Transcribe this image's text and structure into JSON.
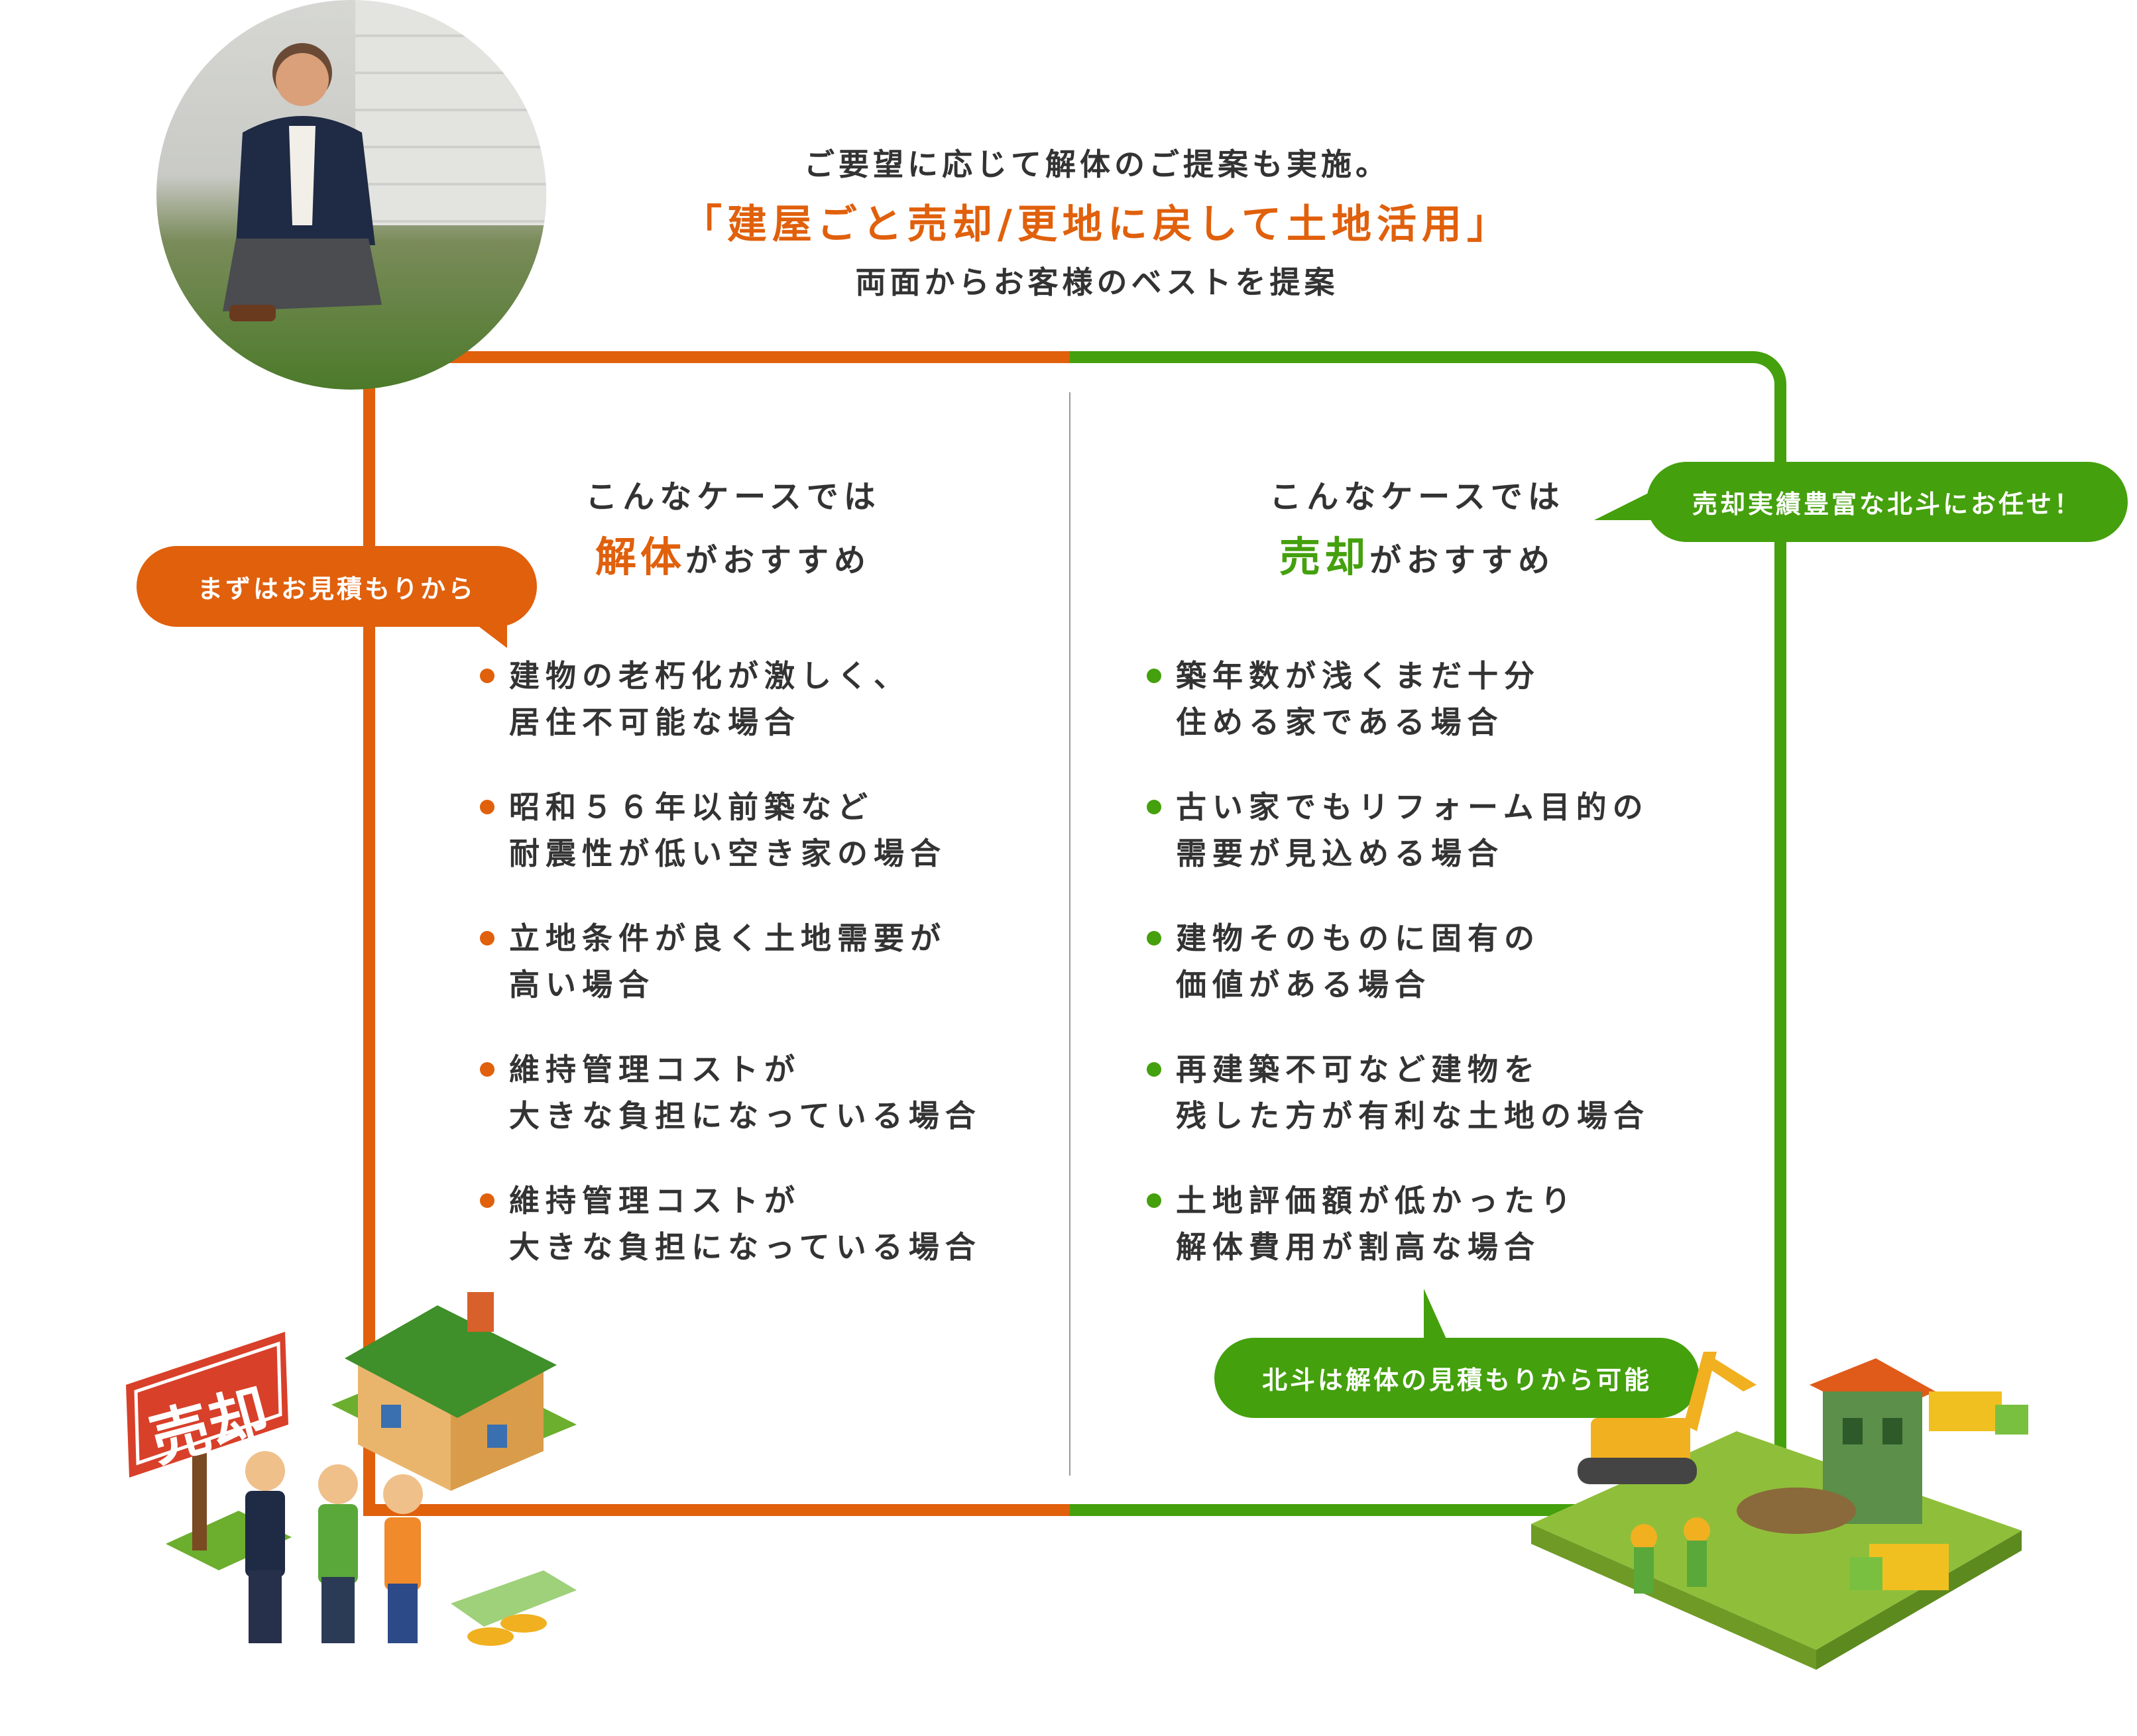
{
  "colors": {
    "orange": "#e0600c",
    "green": "#44a00c",
    "text": "#333333"
  },
  "header": {
    "line1": "ご要望に応じて解体のご提案も実施。",
    "line2": "「建屋ごと売却/更地に戻して土地活用」",
    "line3": "両面からお客様のベストを提案"
  },
  "left": {
    "subtitle": "こんなケースでは",
    "emphasis": "解体",
    "suffix": "がおすすめ",
    "bubble": "まずはお見積もりから",
    "items": [
      "建物の老朽化が激しく、\n居住不可能な場合",
      "昭和５６年以前築など\n耐震性が低い空き家の場合",
      "立地条件が良く土地需要が\n高い場合",
      "維持管理コストが\n大きな負担になっている場合",
      "維持管理コストが\n大きな負担になっている場合"
    ],
    "sign": "売却"
  },
  "right": {
    "subtitle": "こんなケースでは",
    "emphasis": "売却",
    "suffix": "がおすすめ",
    "bubble_top": "売却実績豊富な北斗にお任せ！",
    "bubble_bottom": "北斗は解体の見積もりから可能",
    "items": [
      "築年数が浅くまだ十分\n住める家である場合",
      "古い家でもリフォーム目的の\n需要が見込める場合",
      "建物そのものに固有の\n価値がある場合",
      "再建築不可など建物を\n残した方が有利な土地の場合",
      "土地評価額が低かったり\n解体費用が割高な場合"
    ]
  }
}
